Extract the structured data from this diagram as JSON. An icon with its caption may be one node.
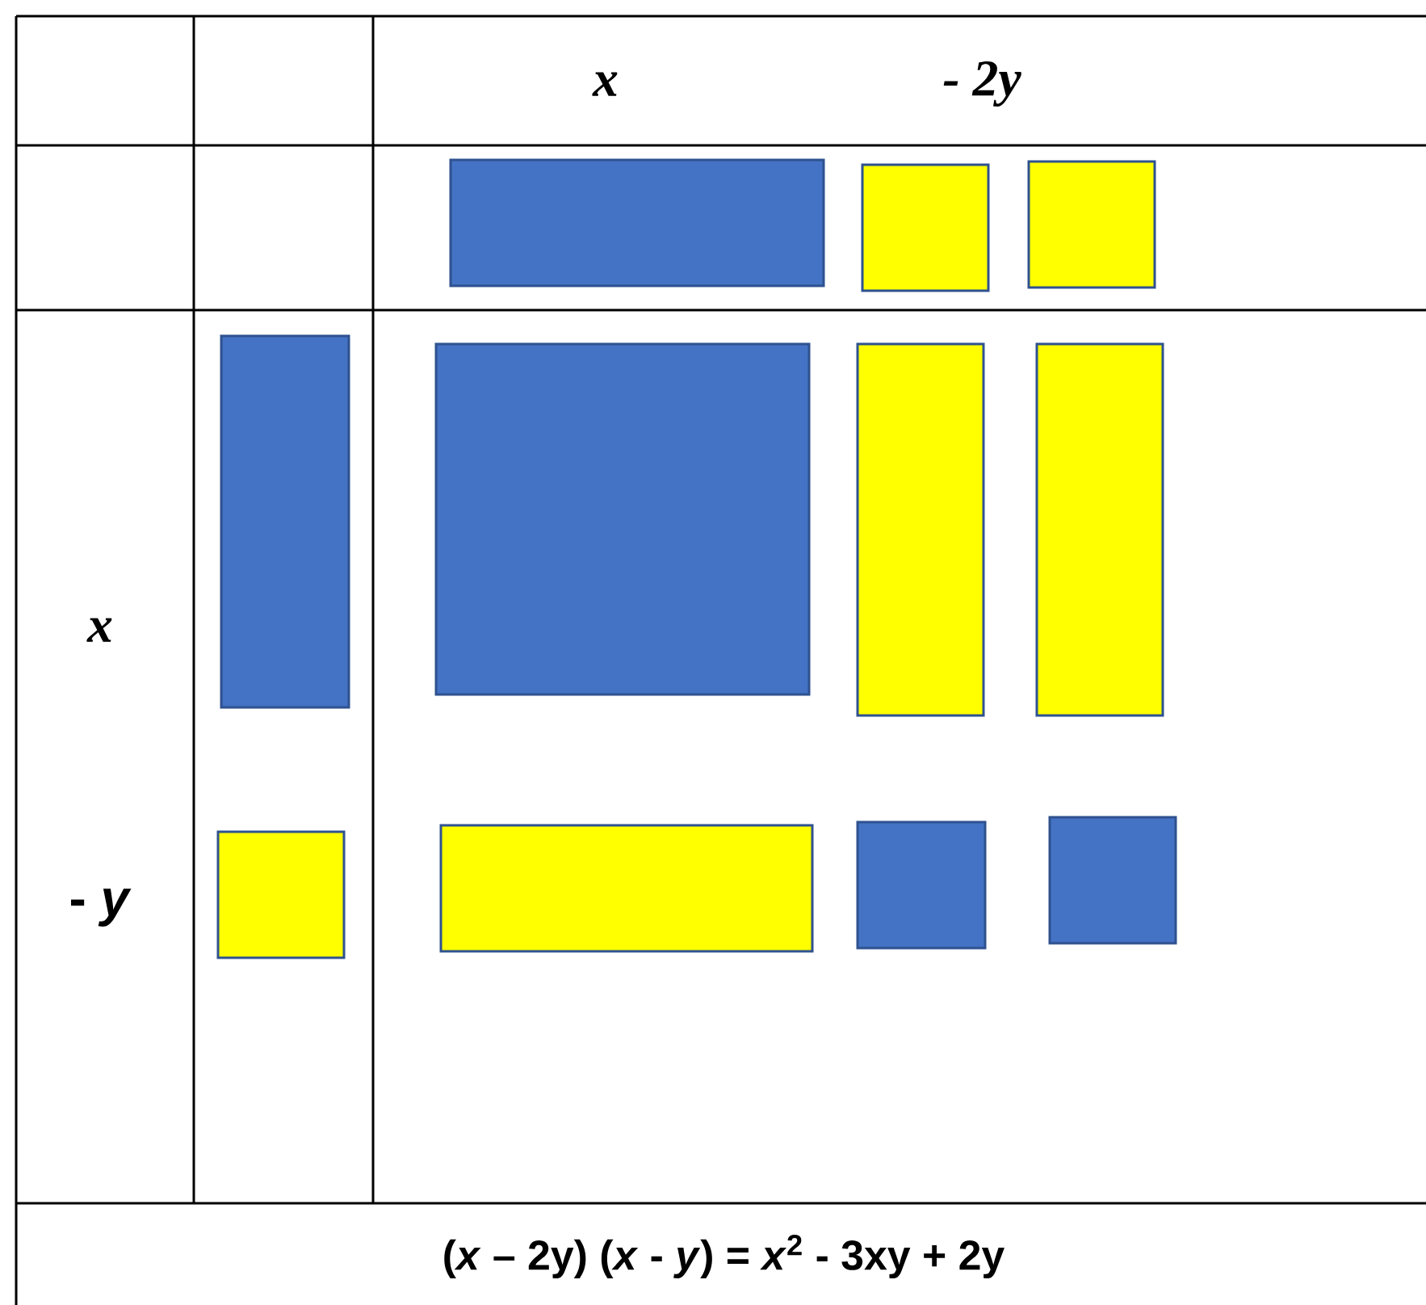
{
  "diagram": {
    "labels": [
      "x",
      "- 2y",
      "x",
      "- *y*",
      "(*x* – 2y) (*x* - *y*) = *x*$^{2}$ - 3xy + 2y"
    ]
  }
}
